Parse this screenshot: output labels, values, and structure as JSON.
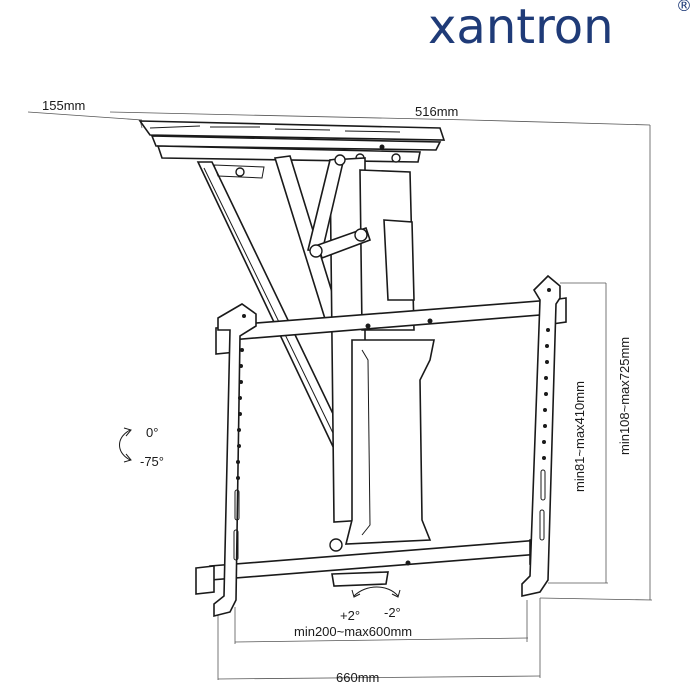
{
  "brand": {
    "logo_text": "xantron",
    "registered_mark": "®",
    "color": "#1f3b78"
  },
  "dimensions": {
    "depth": "155mm",
    "width_plate": "516mm",
    "height_total": "min108~max725mm",
    "height_range": "min81~max410mm",
    "vesa_range": "min200~max600mm",
    "total_width": "660mm"
  },
  "tilt": {
    "up": "0°",
    "down": "-75°"
  },
  "swivel": {
    "positive": "+2°",
    "negative": "-2°"
  },
  "colors": {
    "line": "#1a1a1a",
    "dimension_line": "#555555",
    "background": "#ffffff"
  }
}
